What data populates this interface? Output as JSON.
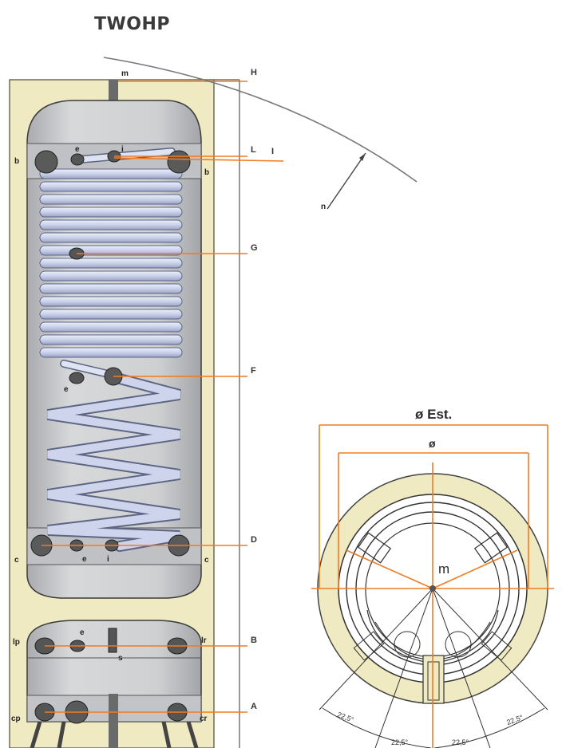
{
  "title": "TWOHP",
  "labels": {
    "m_top": "m",
    "H": "H",
    "L": "L",
    "I": "I",
    "G": "G",
    "F": "F",
    "D": "D",
    "B": "B",
    "A": "A",
    "b_left": "b",
    "b_right": "b",
    "c_left": "c",
    "c_right": "c",
    "lp": "lp",
    "lr": "lr",
    "cp": "cp",
    "cr": "cr",
    "e": "e",
    "i": "i",
    "s": "s",
    "n": "n"
  },
  "plan": {
    "outer_diameter": "ø Est.",
    "inner_diameter": "ø",
    "center": "m",
    "angles": [
      "22,5°",
      "22,5°",
      "22,5°",
      "22,5°"
    ]
  },
  "colors": {
    "orange": "#f07b22",
    "insulation": "#efeac2",
    "tank": "#c9cbce",
    "coil": "#c8d0e6",
    "outline": "#2f2f2f"
  }
}
